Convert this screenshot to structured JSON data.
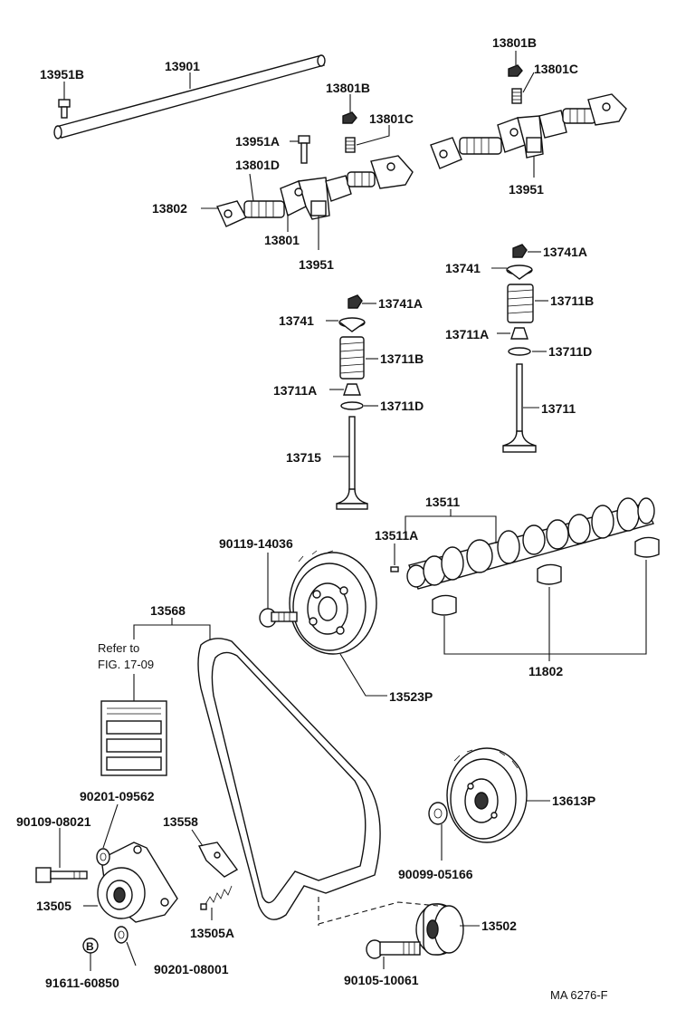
{
  "labels": {
    "l13951B": "13951B",
    "l13901": "13901",
    "l13801B_a": "13801B",
    "l13801C_a": "13801C",
    "l13951A": "13951A",
    "l13801D": "13801D",
    "l13802": "13802",
    "l13801": "13801",
    "l13951_a": "13951",
    "l13801B_b": "13801B",
    "l13801C_b": "13801C",
    "l13951_b": "13951",
    "l13741A_a": "13741A",
    "l13741_a": "13741",
    "l13711B_a": "13711B",
    "l13711A_a": "13711A",
    "l13711D_a": "13711D",
    "l13715": "13715",
    "l13741A_b": "13741A",
    "l13741_b": "13741",
    "l13711B_b": "13711B",
    "l13711A_b": "13711A",
    "l13711D_b": "13711D",
    "l13711": "13711",
    "l13511": "13511",
    "l13511A": "13511A",
    "l11802": "11802",
    "l90119": "90119-14036",
    "l13523P": "13523P",
    "l13568": "13568",
    "refer1": "Refer to",
    "refer2": "FIG. 17-09",
    "l90201_09562": "90201-09562",
    "l90109": "90109-08021",
    "l13558": "13558",
    "l13505": "13505",
    "l13505A": "13505A",
    "b_mark": "B",
    "l90201_08001": "90201-08001",
    "l91611": "91611-60850",
    "l13613P": "13613P",
    "l90099": "90099-05166",
    "l13502": "13502",
    "l90105": "90105-10061",
    "figcode": "MA  6276-F"
  }
}
